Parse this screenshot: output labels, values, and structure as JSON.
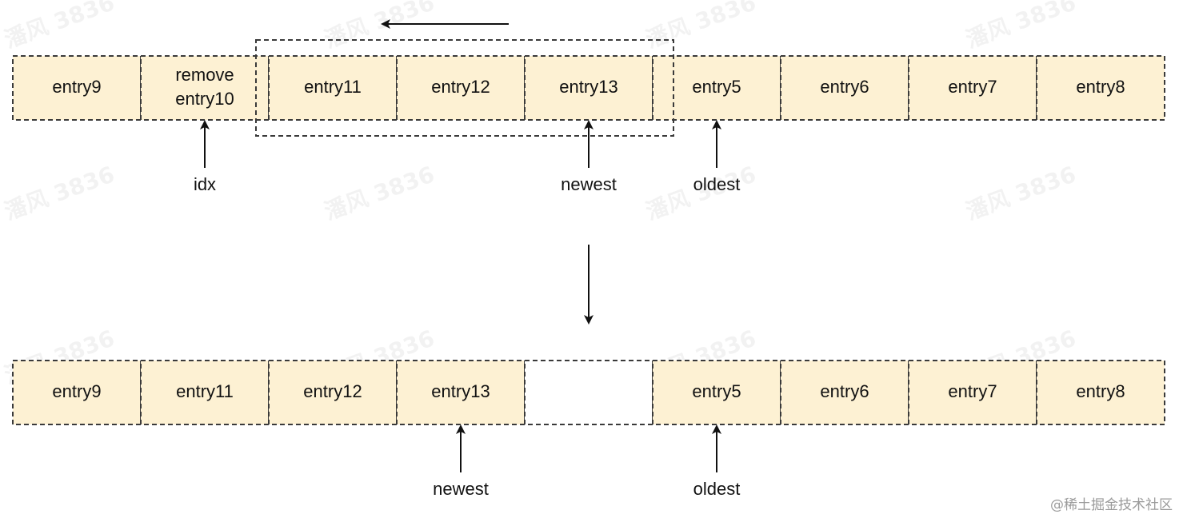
{
  "colors": {
    "cell_fill": "#fdf1d3",
    "empty_fill": "#ffffff",
    "border": "#3a3a3a",
    "arrow": "#111111",
    "watermark": "#000000"
  },
  "watermark_text": "潘风 3836",
  "top_row": {
    "cells": [
      {
        "lines": [
          "entry9"
        ],
        "filled": true
      },
      {
        "lines": [
          "remove",
          "entry10"
        ],
        "filled": true
      },
      {
        "lines": [
          "entry11"
        ],
        "filled": true
      },
      {
        "lines": [
          "entry12"
        ],
        "filled": true
      },
      {
        "lines": [
          "entry13"
        ],
        "filled": true
      },
      {
        "lines": [
          "entry5"
        ],
        "filled": true
      },
      {
        "lines": [
          "entry6"
        ],
        "filled": true
      },
      {
        "lines": [
          "entry7"
        ],
        "filled": true
      },
      {
        "lines": [
          "entry8"
        ],
        "filled": true
      }
    ],
    "pointers": [
      {
        "label": "idx",
        "cell_index": 1
      },
      {
        "label": "newest",
        "cell_index": 4
      },
      {
        "label": "oldest",
        "cell_index": 5
      }
    ],
    "selection_cells": [
      2,
      4
    ],
    "shift_arrow": "left"
  },
  "transition_arrow": "down",
  "bottom_row": {
    "cells": [
      {
        "lines": [
          "entry9"
        ],
        "filled": true
      },
      {
        "lines": [
          "entry11"
        ],
        "filled": true
      },
      {
        "lines": [
          "entry12"
        ],
        "filled": true
      },
      {
        "lines": [
          "entry13"
        ],
        "filled": true
      },
      {
        "lines": [],
        "filled": false
      },
      {
        "lines": [
          "entry5"
        ],
        "filled": true
      },
      {
        "lines": [
          "entry6"
        ],
        "filled": true
      },
      {
        "lines": [
          "entry7"
        ],
        "filled": true
      },
      {
        "lines": [
          "entry8"
        ],
        "filled": true
      }
    ],
    "pointers": [
      {
        "label": "newest",
        "cell_index": 3
      },
      {
        "label": "oldest",
        "cell_index": 5
      }
    ]
  },
  "footer": {
    "text": "@稀土掘金技术社区"
  }
}
